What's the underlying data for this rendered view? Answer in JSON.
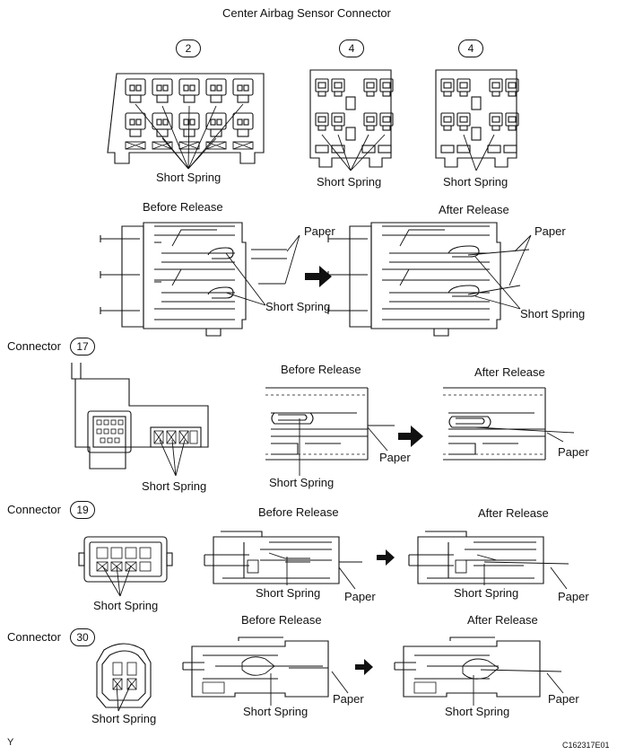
{
  "title": "Center Airbag Sensor Connector",
  "top_connectors": [
    {
      "number": "2",
      "label": "Short Spring"
    },
    {
      "number": "4",
      "label": "Short Spring"
    },
    {
      "number": "4",
      "label": "Short Spring"
    }
  ],
  "release_row_1": {
    "before": "Before Release",
    "after": "After Release",
    "paper": "Paper",
    "spring": "Short Spring"
  },
  "connector_17": {
    "prefix": "Connector",
    "number": "17",
    "spring": "Short Spring",
    "before": "Before Release",
    "after": "After Release",
    "spring_before": "Short Spring",
    "paper_before": "Paper",
    "paper_after": "Paper"
  },
  "connector_19": {
    "prefix": "Connector",
    "number": "19",
    "spring": "Short Spring",
    "before": "Before Release",
    "after": "After Release",
    "spring_before": "Short Spring",
    "paper_before": "Paper",
    "spring_after": "Short Spring",
    "paper_after": "Paper"
  },
  "connector_30": {
    "prefix": "Connector",
    "number": "30",
    "spring": "Short Spring",
    "before": "Before Release",
    "after": "After Release",
    "spring_before": "Short Spring",
    "paper_before": "Paper",
    "spring_after": "Short Spring",
    "paper_after": "Paper"
  },
  "footer": {
    "left": "Y",
    "right": "C162317E01"
  }
}
